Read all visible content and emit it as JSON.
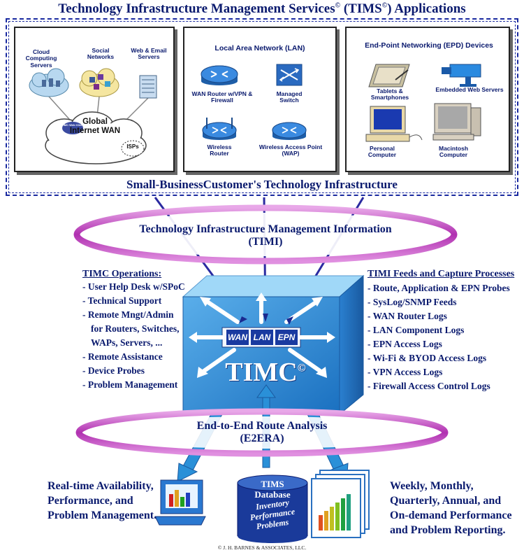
{
  "header": {
    "title_pre": "Technology Infrastructure Management Services",
    "title_mid": " (TIMS",
    "title_post": ") Applications",
    "copyright_mark": "©"
  },
  "infrastructure": {
    "caption": "Small-BusinessCustomer's Technology Infrastructure",
    "wan_panel": {
      "cloud_servers": "Cloud Computing Servers",
      "social": "Social Networks",
      "web_email": "Web & Email Servers",
      "global": "Global Internet WAN",
      "small_cloud": "TIMC Web Client",
      "isps": "ISPs"
    },
    "lan_panel": {
      "title": "Local Area Network (LAN)",
      "wan_router": "WAN Router w/VPN & Firewall",
      "managed_switch": "Managed Switch",
      "wireless_router": "Wireless Router",
      "wap": "Wireless Access Point (WAP)"
    },
    "epd_panel": {
      "title": "End-Point Networking (EPD) Devices",
      "tablets": "Tablets & Smartphones",
      "embedded": "Embedded Web Servers",
      "pc": "Personal Computer",
      "mac": "Macintosh Computer"
    }
  },
  "timi": {
    "line1": "Technology Infrastructure Management Information",
    "line2": "(TIMI)"
  },
  "timc": {
    "label": "TIMC",
    "mark": "©",
    "wan": "WAN",
    "lan": "LAN",
    "epn": "EPN"
  },
  "operations": {
    "heading": "TIMC Operations:",
    "items": [
      "-  User Help Desk w/SPoC",
      "-  Technical Support",
      "-  Remote Mngt/Admin",
      "   for Routers, Switches,",
      "   WAPs, Servers, ...",
      "-  Remote Assistance",
      "- Device Probes",
      "-  Problem Management"
    ]
  },
  "feeds": {
    "heading": "TIMI Feeds and Capture Processes",
    "items": [
      "- Route, Application & EPN Probes",
      "- SysLog/SNMP Feeds",
      "- WAN Router Logs",
      "- LAN Component Logs",
      "- EPN Access  Logs",
      "- Wi-Fi & BYOD Access Logs",
      "- VPN Access Logs",
      "- Firewall Access Control Logs"
    ]
  },
  "e2era": {
    "line1": "End-to-End Route Analysis",
    "line2": "(E2ERA)"
  },
  "outputs": {
    "realtime": [
      "Real-time Availability,",
      "Performance, and",
      "Problem Management."
    ],
    "database": {
      "title1": "TIMS",
      "title2": "Database",
      "items": [
        "Inventory",
        "Performance",
        "Problems"
      ]
    },
    "reporting": [
      "Weekly, Monthly,",
      "Quarterly, Annual, and",
      "On-demand Performance",
      "and Problem Reporting."
    ]
  },
  "footer": {
    "copyright": "© J. H. BARNES & ASSOCIATES, LLC."
  },
  "colors": {
    "navy": "#0a1a6e",
    "ring": "#c040c0",
    "cube_top": "#7ec8f0",
    "cube_front": "#2e8fd8",
    "arrow": "#2a90d8",
    "line": "#2a2aa0"
  }
}
